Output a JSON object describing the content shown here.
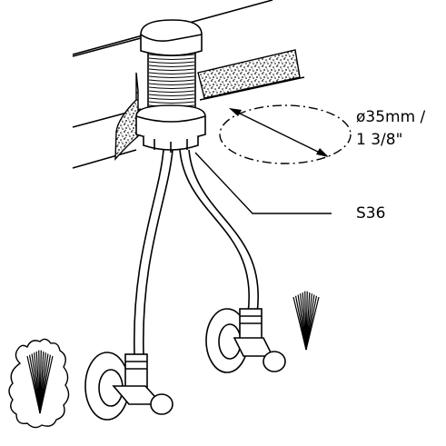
{
  "labels": {
    "hole_diameter_line1": "ø35mm /",
    "hole_diameter_line2": "1 3/8\"",
    "wrench_size": "S36"
  },
  "colors": {
    "ink": "#000000",
    "paper": "#ffffff"
  },
  "icons": {
    "hole": "dashed-ellipse",
    "water_spray": "spray-icon",
    "steam": "steam-cloud-icon"
  }
}
